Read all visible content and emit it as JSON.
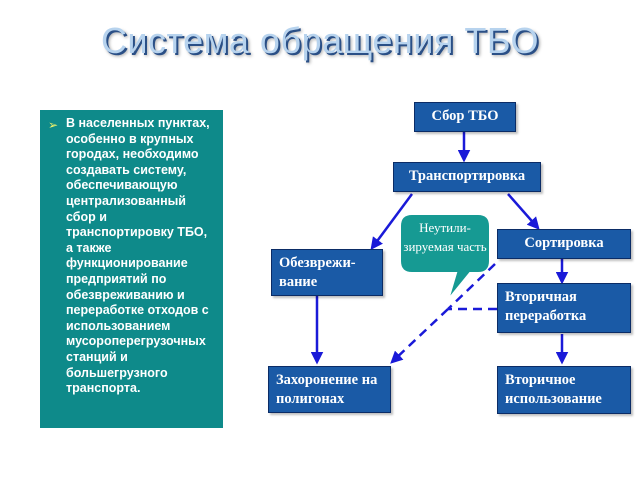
{
  "title": "Система обращения ТБО",
  "panel": {
    "bullet": "➢",
    "text": "В населенных пунктах, особенно в крупных городах, необходимо создавать систему, обеспечивающую централизованный сбор и транспортировку ТБО, а также функционирование предприятий по обезвреживанию и переработке отходов с использованием мусороперегрузочных станций и большегрузного транспорта."
  },
  "flow": {
    "collection": "Сбор ТБО",
    "transport": "Транспортировка",
    "sorting": "Сортировка",
    "neutralization": "Обезврежи-вание",
    "secondary_processing": "Вторичная переработка",
    "landfill": "Захоронение на полигонах",
    "secondary_use": "Вторичное использование",
    "bubble": "Неутили-зируемая часть"
  },
  "colors": {
    "box_fill": "#1a5aa6",
    "arrow": "#1a1ad8",
    "panel": "#0e8a8a",
    "bubble": "#169a93"
  }
}
